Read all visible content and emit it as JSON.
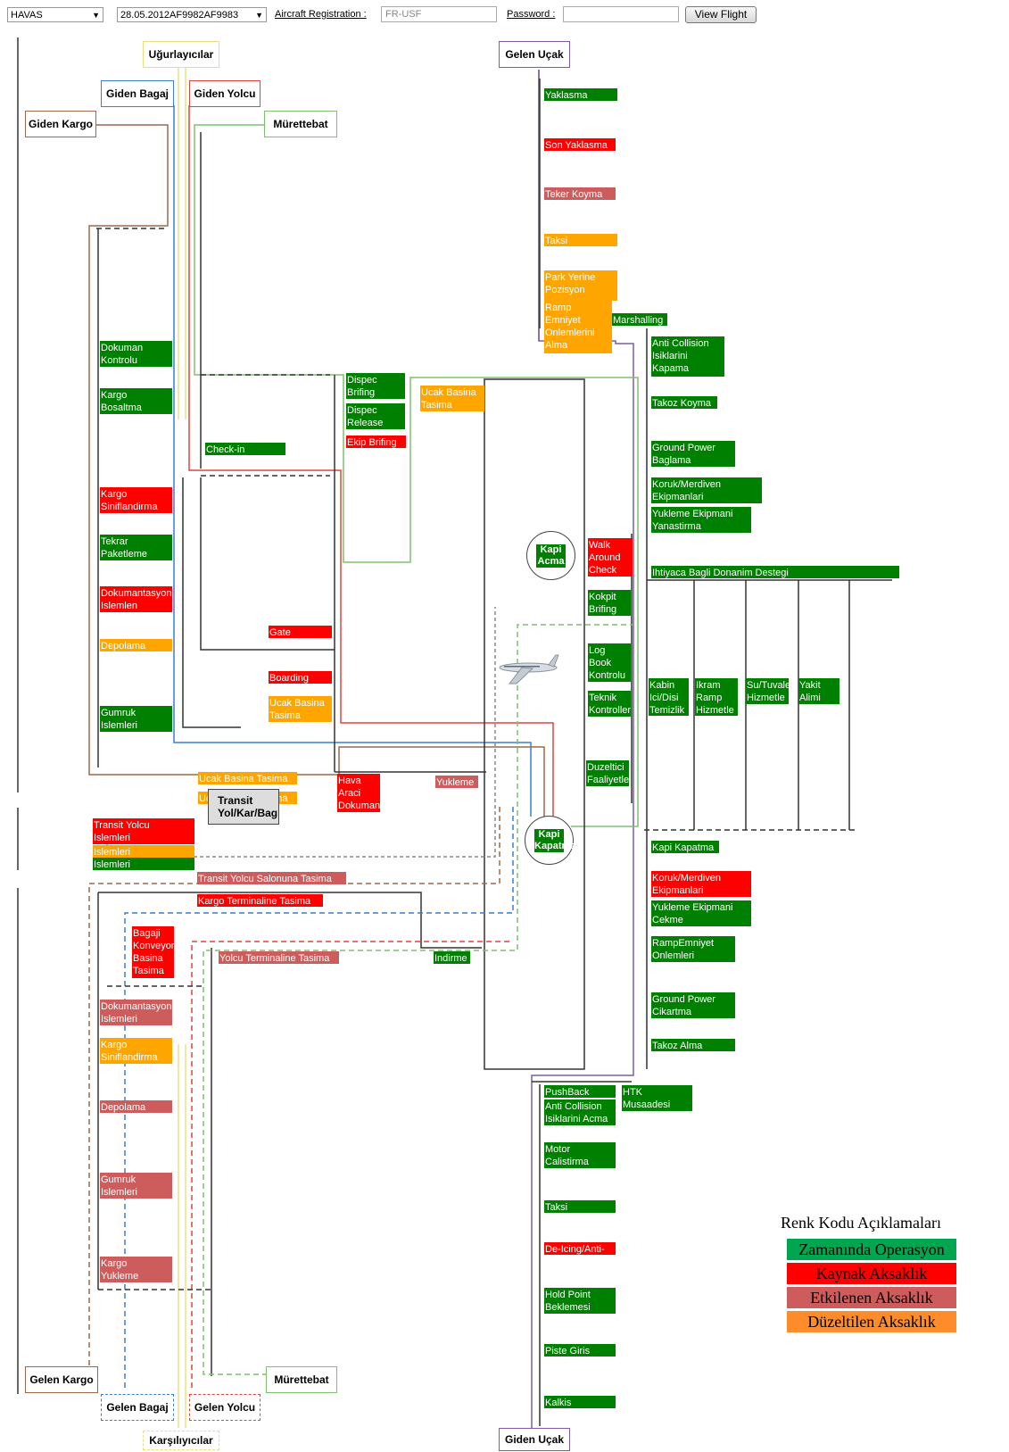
{
  "toolbar": {
    "company": "HAVAS",
    "flight": "28.05.2012AF9982AF9983",
    "registration_label": "Aircraft Registration :",
    "registration_value": "FR-USF",
    "password_label": "Password :",
    "password_value": "",
    "view_button": "View Flight"
  },
  "headers": {
    "ugurlayicilar": "Uğurlayıcılar",
    "gelen_ucak": "Gelen Uçak",
    "giden_bagaj": "Giden Bagaj",
    "giden_yolcu": "Giden Yolcu",
    "giden_kargo": "Giden Kargo",
    "murettebat_top": "Mürettebat",
    "gelen_kargo": "Gelen Kargo",
    "murettebat_bottom": "Mürettebat",
    "gelen_bagaj": "Gelen Bagaj",
    "gelen_yolcu": "Gelen Yolcu",
    "karsilayicilar": "Karşılıyıcılar",
    "giden_ucak": "Giden Uçak"
  },
  "blocks": {
    "b01": "Yaklasma",
    "b02": "Son Yaklasma",
    "b03": "Teker Koyma",
    "b04": "Taksi",
    "b05": "Park Yerine\nPozisyon",
    "b06": "Ramp\nEmniyet\nOnlemlerini\nAlma",
    "b07": "Marshalling",
    "b08": "Anti Collision\nIsiklarini\nKapama",
    "b09": "Takoz Koyma",
    "b10": "Ground Power\nBaglama",
    "b11": "Koruk/Merdiven\nEkipmanlari",
    "b12": "Yukleme Ekipmani\nYanastirma",
    "b13": "Ihtiyaca Bagli Donanim Destegi",
    "b14": "Kabin\nIci/Disi\nTemizlik",
    "b15": "Ikram\nRamp\nHizmetle",
    "b16": "Su/Tuvalet\nHizmetle",
    "b17": "Yakit\nAlimi",
    "b18": "Kapi Kapatma",
    "b19": "Koruk/Merdiven\nEkipmanlari",
    "b20": "Yukleme Ekipmani\nCekme",
    "b21": "RampEmniyet\nOnlemleri",
    "b22": "Ground Power\nCikartma",
    "b23": "Takoz Alma",
    "b24": "PushBack",
    "b25": "HTK\nMusaadesi",
    "b26": "Anti Collision\nIsiklarini Acma",
    "b27": "Motor\nCalistirma",
    "b28": "Taksi",
    "b29": "De-Icing/Anti-Icing",
    "b30": "Hold Point\nBeklemesi",
    "b31": "Piste Giris",
    "b32": "Kalkis",
    "b33": "Walk\nAround\nCheck",
    "b34": "Kokpit\nBrifing",
    "b35": "Log\nBook\nKontrolu",
    "b36": "Teknik\nKontroller",
    "b37": "Duzeltici\nFaaliyetler",
    "b38": "Dispec\nBrifing",
    "b39": "Dispec\nRelease",
    "b40": "Ekip Brifing",
    "b41": "Ucak Basina\nTasima",
    "b42": "Check-in",
    "b43": "Gate",
    "b44": "Boarding",
    "b45": "Ucak Basina\nTasima",
    "b46": "Dokuman\nKontrolu",
    "b47": "Kargo\nBosaltma",
    "b48": "Kargo\nSiniflandirma",
    "b49": "Tekrar\nPaketleme",
    "b50": "Dokumantasyon\nIslemlen",
    "b51": "Depolama",
    "b52": "Gumruk\nIslemleri",
    "b53": "Ucak Basina Tasima",
    "b54": "Ucak Basina Tasima",
    "b55": "Hava\nAraci\nDokumantasyon",
    "b56": "Yukleme",
    "b57": "Transit Yolcu\nIslemleri",
    "b58": "Islemleri",
    "b59": "Islemleri",
    "b60": "Transit Yolcu Salonuna Tasima",
    "b61": "Kargo Terminaline Tasima",
    "b62": "Bagaji\nKonveyor\nBasina\nTasima",
    "b63": "Yolcu Terminaline Tasima",
    "b64": "Indirme",
    "b65": "Dokumantasyon\nIslemleri",
    "b66": "Kargo\nSiniflandirma",
    "b67": "Depolama",
    "b68": "Gumruk\nIslemleri",
    "b69": "Kargo\nYukleme"
  },
  "circles": {
    "kapi_acma": "Kapi\nAcma",
    "kapi_kapatma": "Kapi\nKapatma"
  },
  "transit_box": "Transit\nYol/Kar/Bag",
  "legend": {
    "title": "Renk Kodu Açıklamaları",
    "on_time": "Zamanında Operasyon",
    "source": "Kaynak Aksaklık",
    "affected": "Etkilenen Aksaklık",
    "corrected": "Düzeltilen Aksaklık"
  },
  "colors": {
    "on_time": "#008000",
    "source": "#ff0000",
    "affected": "#cd5c5c",
    "corrected": "#ffa500",
    "legend_on_time": "#00a550",
    "legend_corrected": "#ff8c2a",
    "purple": "#7d5ba6",
    "green": "#7dc06e",
    "red": "#e0443c",
    "blue": "#3a7fd5",
    "brown": "#9c6a4a",
    "yellow": "#e8e080",
    "gray": "#333333"
  }
}
